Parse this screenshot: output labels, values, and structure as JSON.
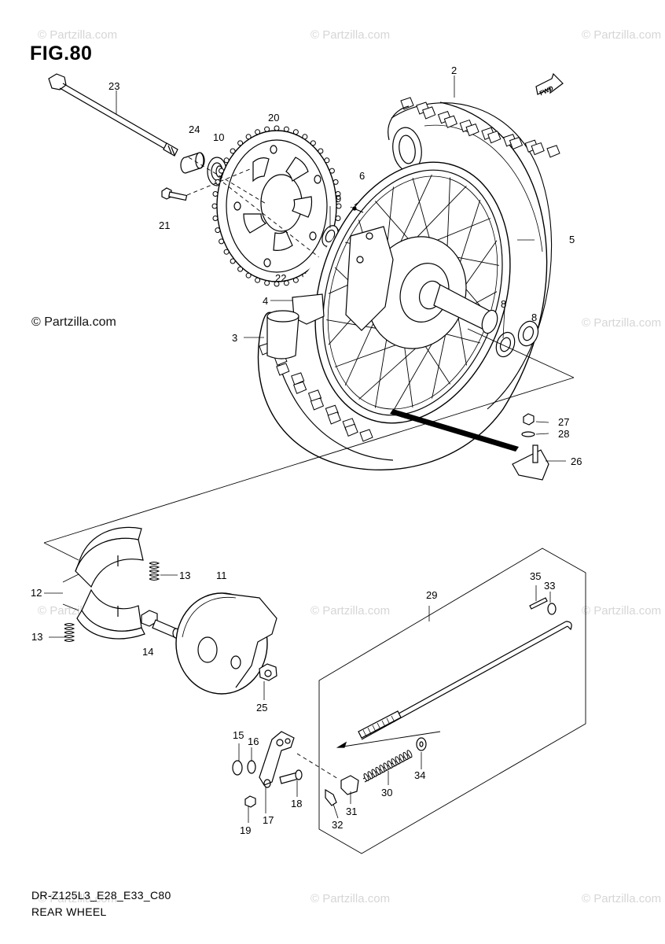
{
  "figure_title": "FIG.80",
  "watermark": "© Partzilla.com",
  "copyright": "© Partzilla.com",
  "footer": {
    "model_code": "DR-Z125L3_E28_E33_C80",
    "diagram_name": "REAR WHEEL"
  },
  "direction_label": "FWD",
  "part_numbers": {
    "p2": "2",
    "p3": "3",
    "p4": "4",
    "p5": "5",
    "p6": "6",
    "p8a": "8",
    "p8b": "8",
    "p9": "9",
    "p10": "10",
    "p11": "11",
    "p12": "12",
    "p13a": "13",
    "p13b": "13",
    "p14": "14",
    "p15": "15",
    "p16": "16",
    "p17": "17",
    "p18": "18",
    "p19": "19",
    "p20": "20",
    "p21": "21",
    "p22": "22",
    "p23": "23",
    "p24": "24",
    "p25": "25",
    "p26": "26",
    "p27": "27",
    "p28": "28",
    "p29": "29",
    "p30": "30",
    "p31": "31",
    "p32": "32",
    "p33": "33",
    "p34": "34",
    "p35": "35"
  }
}
